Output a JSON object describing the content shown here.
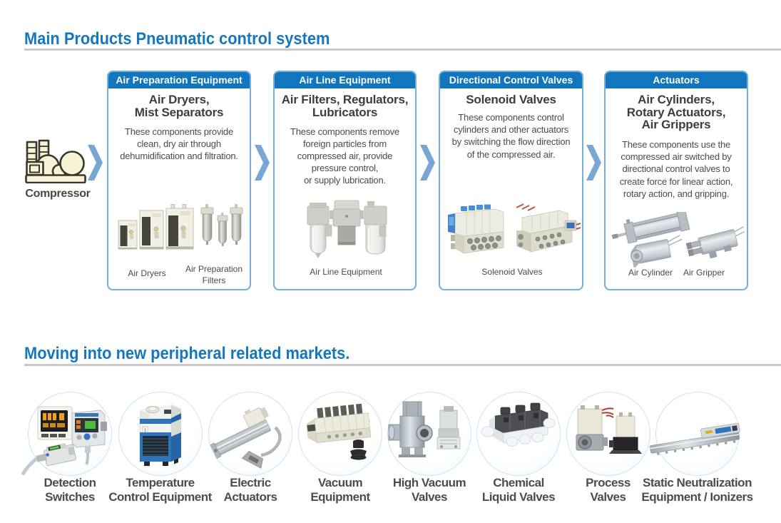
{
  "colors": {
    "accent_blue": "#1176bd",
    "heading_blue": "#1577bd",
    "card_border_blue": "#73b0dd",
    "arrow_blue": "#7aa6d6",
    "rule_gray": "#c9c9c9",
    "text_dark": "#3d3d3d",
    "text_gray": "#4b4b4b"
  },
  "section1": {
    "title": "Main Products Pneumatic control system",
    "compressor_label": "Compressor",
    "cards": [
      {
        "header": "Air Preparation Equipment",
        "title_lines": [
          "Air Dryers,",
          "Mist Separators"
        ],
        "desc_lines": [
          "These components provide",
          "clean, dry air through",
          "dehumidification and filtration."
        ],
        "captions": [
          [
            "Air Dryers"
          ],
          [
            "Air Preparation",
            "Filters"
          ]
        ]
      },
      {
        "header": "Air Line Equipment",
        "title_lines": [
          "Air Filters, Regulators,",
          "Lubricators"
        ],
        "desc_lines": [
          "These components remove",
          "foreign particles from",
          "compressed air, provide",
          "pressure control,",
          "or supply lubrication."
        ],
        "captions": [
          [
            "Air Line Equipment"
          ]
        ]
      },
      {
        "header": "Directional Control Valves",
        "title_lines": [
          "Solenoid Valves"
        ],
        "desc_lines": [
          "These components control",
          "cylinders and other actuators",
          "by switching the flow direction",
          "of the compressed air."
        ],
        "captions": [
          [
            "Solenoid Valves"
          ]
        ]
      },
      {
        "header": "Actuators",
        "title_lines": [
          "Air Cylinders,",
          "Rotary Actuators,",
          "Air Grippers"
        ],
        "desc_lines": [
          "These components use the",
          "compressed air switched by",
          "directional control valves to",
          "create force for linear action,",
          "rotary action, and gripping."
        ],
        "captions": [
          [
            "Air Cylinder"
          ],
          [
            "Air Gripper"
          ]
        ]
      }
    ]
  },
  "section2": {
    "title": "Moving into new peripheral related markets.",
    "items": [
      {
        "label_lines": [
          "Detection",
          "Switches"
        ]
      },
      {
        "label_lines": [
          "Temperature",
          "Control Equipment"
        ]
      },
      {
        "label_lines": [
          "Electric",
          "Actuators"
        ]
      },
      {
        "label_lines": [
          "Vacuum",
          "Equipment"
        ]
      },
      {
        "label_lines": [
          "High Vacuum",
          "Valves"
        ]
      },
      {
        "label_lines": [
          "Chemical",
          "Liquid Valves"
        ]
      },
      {
        "label_lines": [
          "Process",
          "Valves"
        ]
      },
      {
        "label_lines": [
          "Static Neutralization",
          "Equipment / Ionizers"
        ]
      }
    ]
  }
}
